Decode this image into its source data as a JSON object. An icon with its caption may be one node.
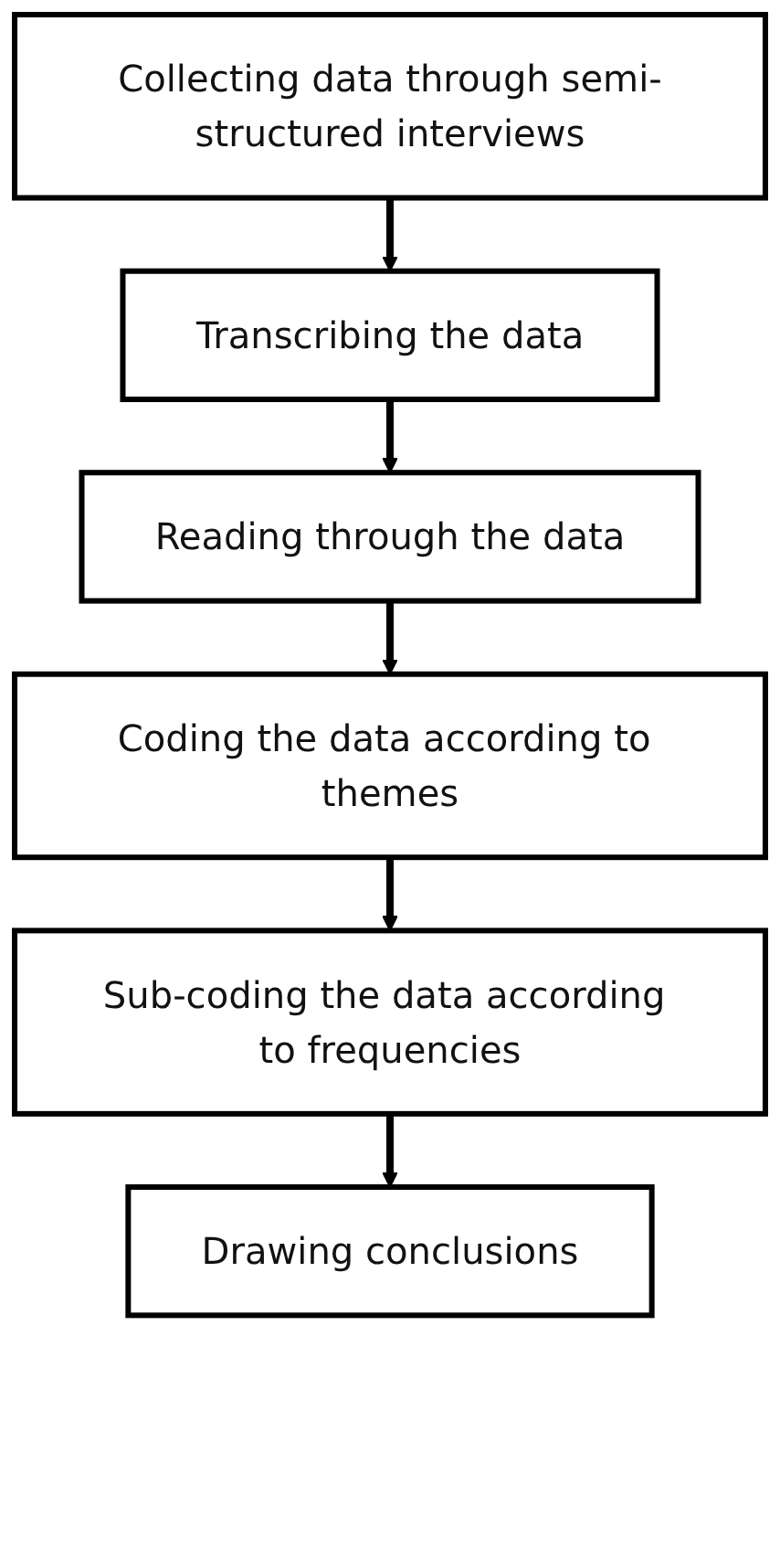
{
  "diagram": {
    "nodes": [
      {
        "text": [
          "Collecting data through semi-structured interviews"
        ]
      },
      {
        "text": [
          "Transcribing the data"
        ]
      },
      {
        "text": [
          "Reading through the data"
        ]
      },
      {
        "text": [
          "Coding the data according to themes"
        ]
      },
      {
        "text": [
          "Sub-coding the data according to frequencies"
        ]
      },
      {
        "text": [
          "Drawing conclusions"
        ]
      }
    ],
    "edges": [
      {
        "from": 0,
        "to": 1,
        "arrow": "to"
      },
      {
        "from": 1,
        "to": 2,
        "arrow": "to"
      },
      {
        "from": 2,
        "to": 3,
        "arrow": "to"
      },
      {
        "from": 3,
        "to": 4,
        "arrow": "to"
      },
      {
        "from": 4,
        "to": 5,
        "arrow": "to"
      }
    ]
  }
}
